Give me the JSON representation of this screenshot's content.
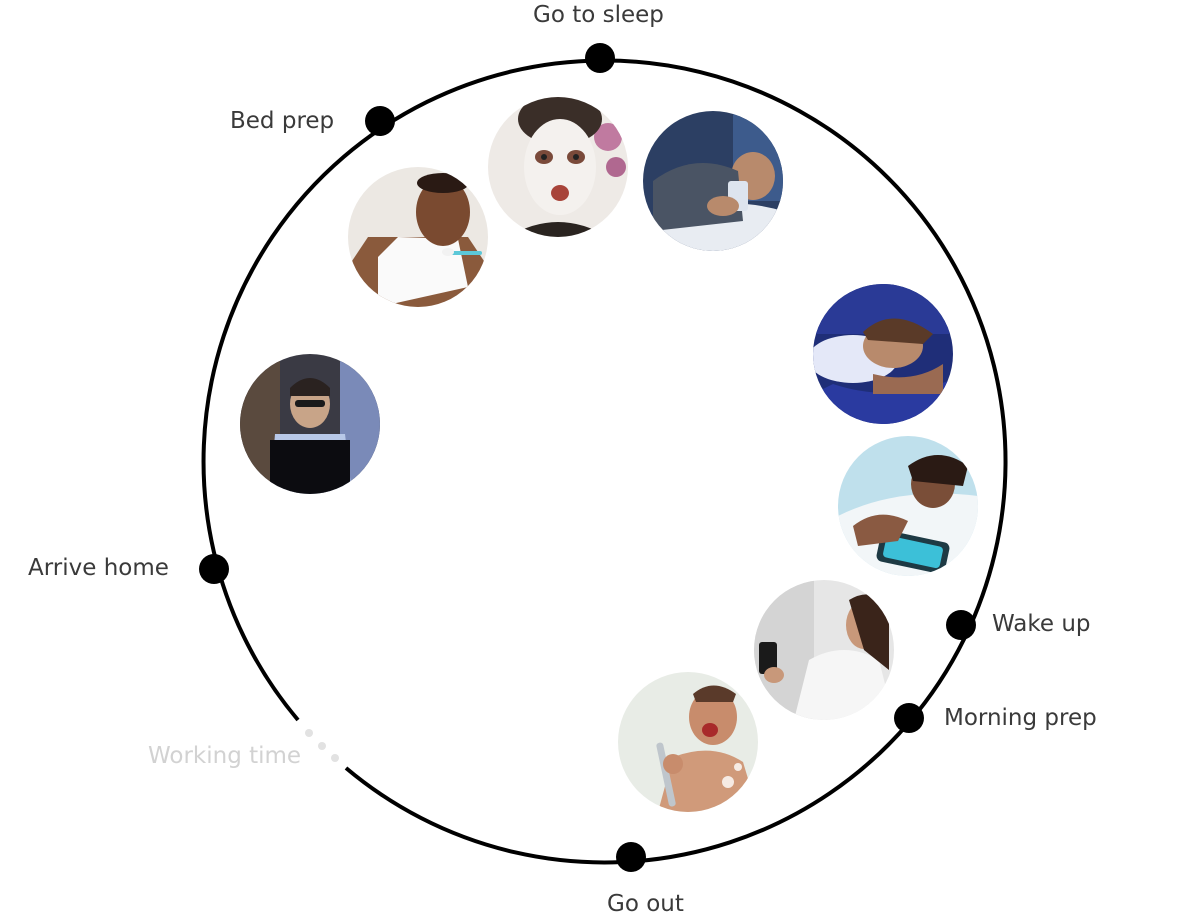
{
  "stages": [
    {
      "id": "go-to-sleep",
      "label": "Go to sleep"
    },
    {
      "id": "bed-prep",
      "label": "Bed prep"
    },
    {
      "id": "arrive-home",
      "label": "Arrive home"
    },
    {
      "id": "working-time",
      "label": "Working time"
    },
    {
      "id": "go-out",
      "label": "Go out"
    },
    {
      "id": "morning-prep",
      "label": "Morning prep"
    },
    {
      "id": "wake-up",
      "label": "Wake up"
    }
  ],
  "photos": [
    {
      "id": "face-mask-photo"
    },
    {
      "id": "phone-in-bed-photo"
    },
    {
      "id": "brushing-teeth-photo"
    },
    {
      "id": "laptop-at-night-photo"
    },
    {
      "id": "sleeping-photo"
    },
    {
      "id": "alarm-snooze-photo"
    },
    {
      "id": "morning-phone-photo"
    },
    {
      "id": "shower-singing-photo"
    }
  ],
  "colors": {
    "ring": "#000000",
    "label": "#3a3a3a",
    "faded_label": "#d2d2d2",
    "faded_dots": "#e2e2e2"
  }
}
